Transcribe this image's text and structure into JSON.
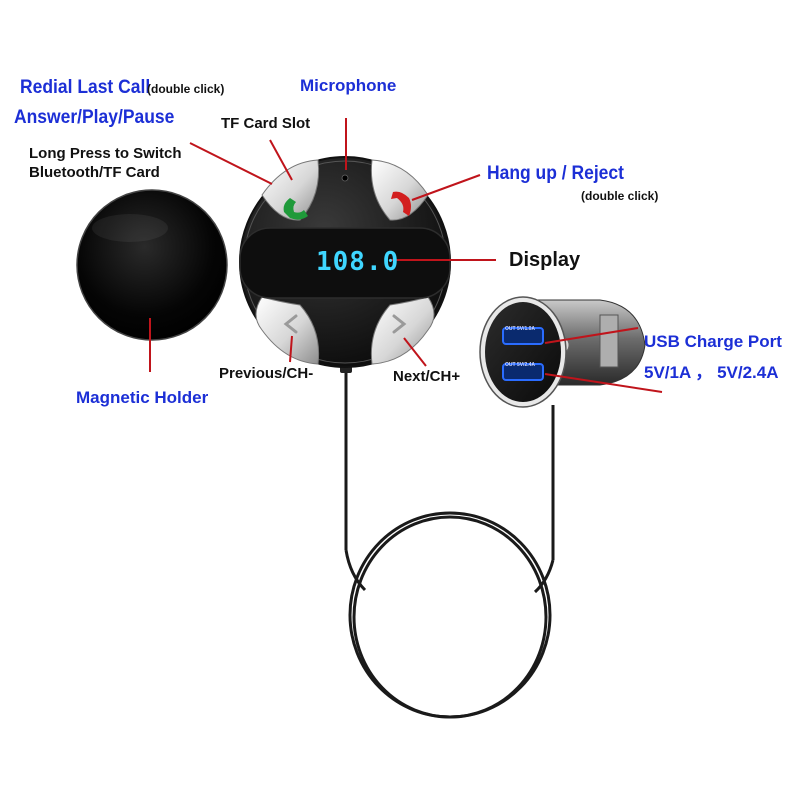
{
  "labels": {
    "redial": "Redial Last Call",
    "redial_note": "(double click)",
    "answer": "Answer/Play/Pause",
    "long_press_1": "Long Press to Switch",
    "long_press_2": "Bluetooth/TF Card",
    "tf_card_slot": "TF Card Slot",
    "microphone": "Microphone",
    "hang_up": "Hang up / Reject",
    "hang_up_note": "(double click)",
    "display": "Display",
    "usb_port": "USB Charge Port",
    "usb_spec": "5V/1A ， 5V/2.4A",
    "previous": "Previous/CH-",
    "next": "Next/CH+",
    "magnetic_holder": "Magnetic Holder"
  },
  "device": {
    "display_value": "108.0"
  },
  "charger": {
    "port_1": "OUT 5V/1.0A",
    "port_2": "OUT 5V/2.4A"
  },
  "colors": {
    "label_blue": "#1c2fd6",
    "pointer_red": "#c0141b",
    "display_cyan": "#3fd6ff",
    "usb_blue": "#2a6cff",
    "call_green": "#1f9a3a",
    "call_red": "#d21f1f"
  }
}
